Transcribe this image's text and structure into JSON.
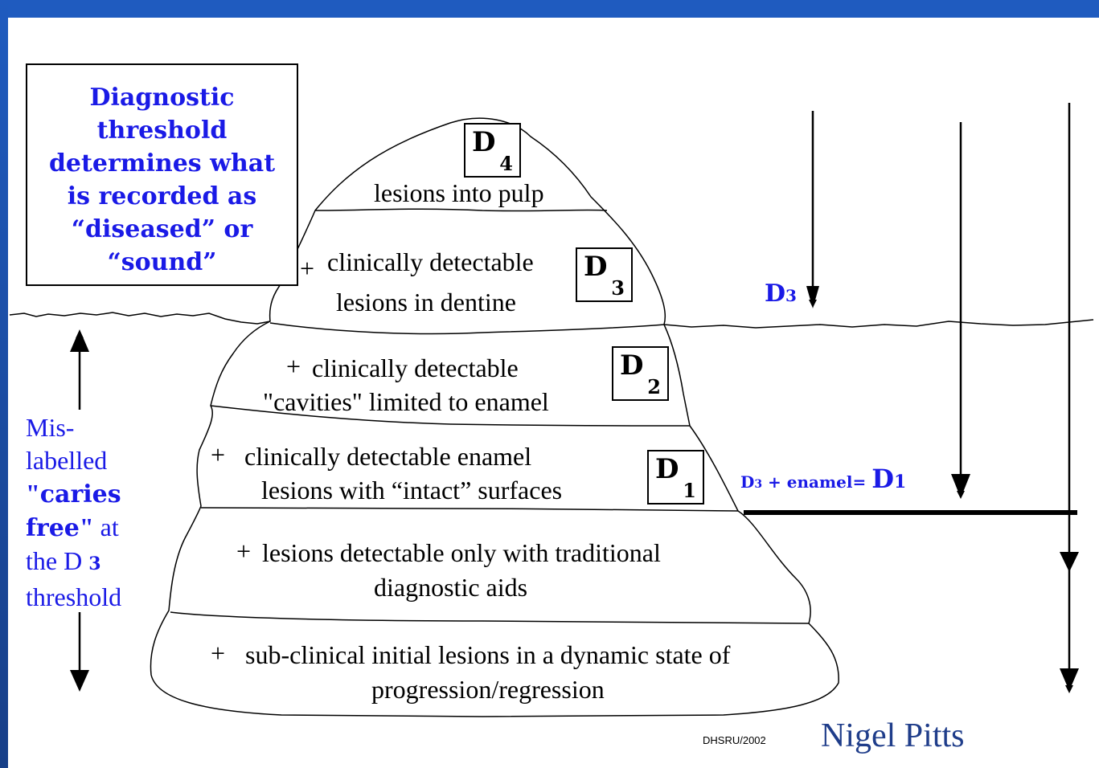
{
  "threshold_box": {
    "text": "Diagnostic\nthreshold\ndetermines what\nis recorded as\n“diseased” or\n“sound”"
  },
  "levels": [
    {
      "code": "D",
      "sub": "4",
      "line1": "lesions into pulp",
      "line2": ""
    },
    {
      "code": "D",
      "sub": "3",
      "line1": "clinically detectable",
      "line2": "lesions in dentine"
    },
    {
      "code": "D",
      "sub": "2",
      "line1": "clinically detectable",
      "line2": "\"cavities\" limited to enamel"
    },
    {
      "code": "D",
      "sub": "1",
      "line1": "clinically detectable enamel",
      "line2": "lesions with “intact” surfaces"
    },
    {
      "line1": "lesions detectable only with traditional",
      "line2": "diagnostic aids"
    },
    {
      "line1": "sub-clinical initial lesions in a dynamic state of",
      "line2": "progression/regression"
    }
  ],
  "plus": "+",
  "side_label": {
    "l1": "Mis-",
    "l2": "labelled",
    "q_open": "\"",
    "caries": "caries",
    "free": "free",
    "q_close": "\"",
    "at": " at",
    "the_d": "the D",
    "d_sub": "3",
    "threshold": "threshold"
  },
  "right_labels": {
    "d3": "D",
    "d3_sub": "3",
    "d1_prefix_d": "D",
    "d1_prefix_sub": "3",
    "d1_prefix_text": " + enamel= ",
    "d1_d": "D",
    "d1_sub": "1"
  },
  "footer": {
    "code": "DHSRU/2002",
    "author": "Nigel Pitts"
  },
  "colors": {
    "frame": "#1f5bbf",
    "blue_text": "#1a1ae6",
    "author": "#1f3d8a"
  }
}
